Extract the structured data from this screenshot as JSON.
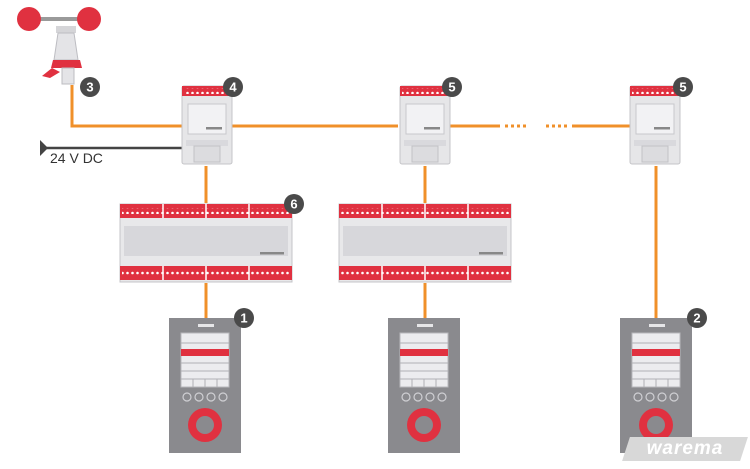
{
  "supply": {
    "label": "24 V DC"
  },
  "badges": {
    "sensor": "3",
    "module_main": "4",
    "module_ext_1": "5",
    "module_ext_2": "5",
    "controller_main": "6",
    "keypad_1": "1",
    "keypad_2": "2"
  },
  "watermark": "warema",
  "colors": {
    "accent_red": "#e03140",
    "bus_orange": "#f0902a",
    "device_grey": "#e6e6e8",
    "badge_dark": "#4a4a4a",
    "wire_dark": "#444444"
  },
  "icons": {
    "sensor": "wind-sensor-icon",
    "module": "din-module-icon",
    "controller": "controller-unit-icon",
    "keypad": "keypad-panel-icon"
  }
}
